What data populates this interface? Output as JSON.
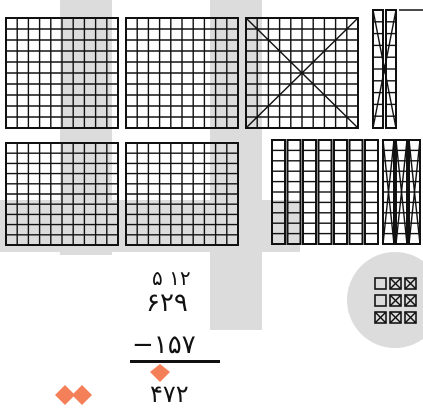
{
  "watermark": {
    "color": "#d9d9d9",
    "accent_color": "#f26a3c"
  },
  "figure": {
    "place_value_blocks": {
      "top_row": [
        "hundred-square",
        "hundred-square",
        "hundred-square-crossed",
        "ten-rod-pair-crossed"
      ],
      "middle_row": [
        "hundred-square",
        "hundred-square",
        "ten-rods-group",
        "ten-rods-crossed"
      ],
      "unit_cubes": {
        "plain": 2,
        "crossed": 7
      }
    },
    "subtraction": {
      "regroup_marks": "۵ ۱۲",
      "minuend": "۶۲۹",
      "subtrahend": "−۱۵۷",
      "difference": "۴۷۲"
    }
  }
}
